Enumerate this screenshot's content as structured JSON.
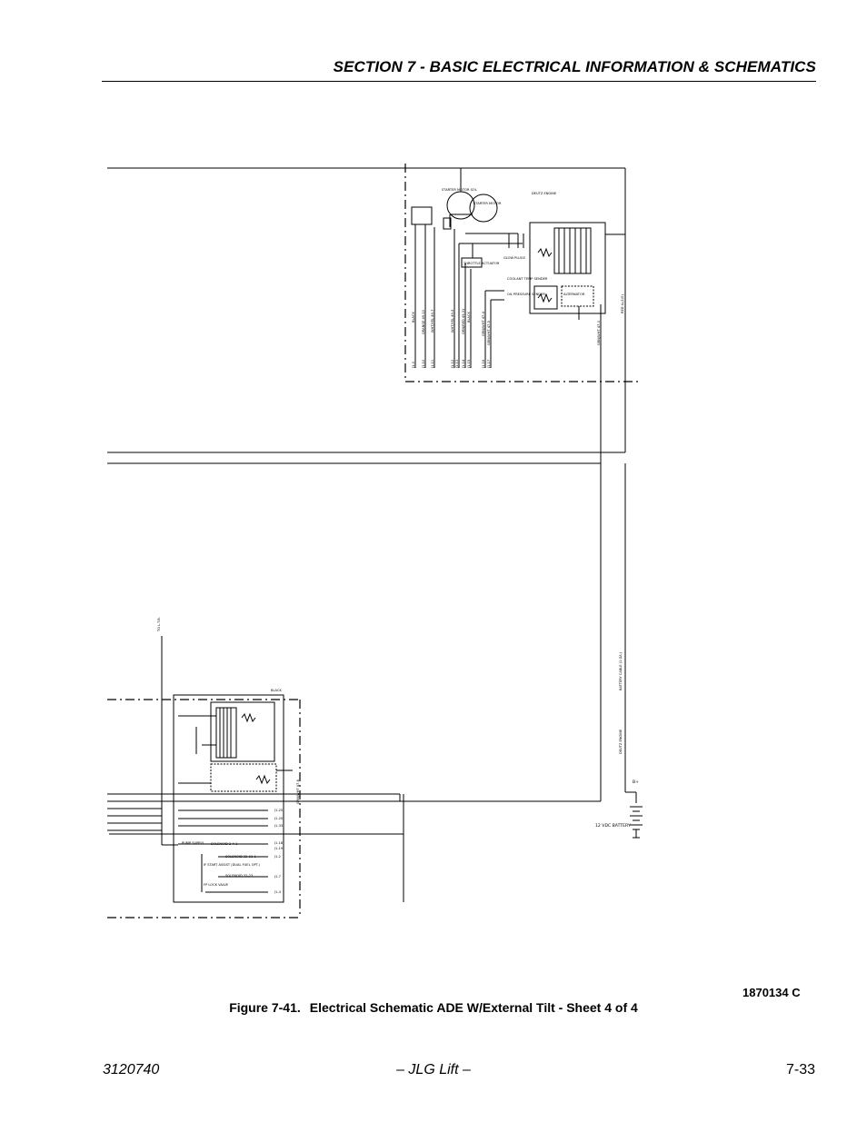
{
  "header": {
    "section_title": "SECTION 7 - BASIC ELECTRICAL INFORMATION & SCHEMATICS"
  },
  "figure": {
    "drawing_number": "1870134 C",
    "number": "Figure 7-41.",
    "caption": "Electrical Schematic ADE W/External Tilt - Sheet 4 of 4"
  },
  "footer": {
    "doc_number": "3120740",
    "brand": "– JLG Lift –",
    "page": "7-33"
  },
  "schematic_labels": {
    "deutz_engine_top": "DEUTZ ENGINE",
    "starter_motor_sol": "STARTER MOTOR SOL",
    "starter_motor": "STARTER MOTOR",
    "glow_plugs": "GLOW PLUGS",
    "throttle_actuator": "THROTTLE ACTUATOR",
    "coolant_temp_sender": "COOLANT TEMP SENDER",
    "oil_pressure_sender": "OIL PRESSURE SENDER",
    "alternator": "ALTERNATOR",
    "battery": "12 VDC BATTERY",
    "battery_cable": "BATTERY CABLE (1 GA.)",
    "deutz_engine_bottom": "DEUTZ ENGINE",
    "black": "BLACK",
    "bplus": "B+",
    "to_ltb": "TO L.T.B.",
    "solenoid_1": "SOLENOID 2-4-1",
    "solenoid_2": "SOLENOID 32-21-1",
    "solenoid_3": "SOLENOID 32-23",
    "fuel_valve": "FP LOCK VALVE",
    "pump": "PUMP SUPPLY",
    "start_assist": "IF START ASSIST (DUAL FUEL OPT.)",
    "j1_25": "J1-25",
    "j1_20": "J1-20",
    "j1_33": "J1-33",
    "j1_18": "J1-18",
    "j1_19": "J1-19",
    "j1_2": "J1-2",
    "j1_7": "J1-7",
    "j1_4": "J1-4",
    "wire_black_top": "BLACK",
    "wire_orange": "ORANGE 49-10",
    "wire_wht_yel": "WHT/YEL 49-7",
    "wire_wht_yel2": "WHT/YEL 49-9",
    "wire_orn_red": "ORN/RED 49-31",
    "wire_black2": "BLACK",
    "wire_grn_wht": "GRN/WHT 47-4",
    "wire_grn_wht2": "GRN/WHT 47-5",
    "wire_grn_wht3": "GRN/WHT 47-3",
    "wire_red": "RED 4-(1/0)",
    "wire_grn_wht4": "GRN/WHT 47-6",
    "j1_3": "J1-3",
    "j1_10": "J1-10",
    "j1_11": "J1-11",
    "j1_12": "J1-12",
    "j1_13": "J1-13",
    "j1_14": "J1-14",
    "j1_15": "J1-15",
    "j1_16": "J1-16",
    "j1_17": "J1-17"
  }
}
